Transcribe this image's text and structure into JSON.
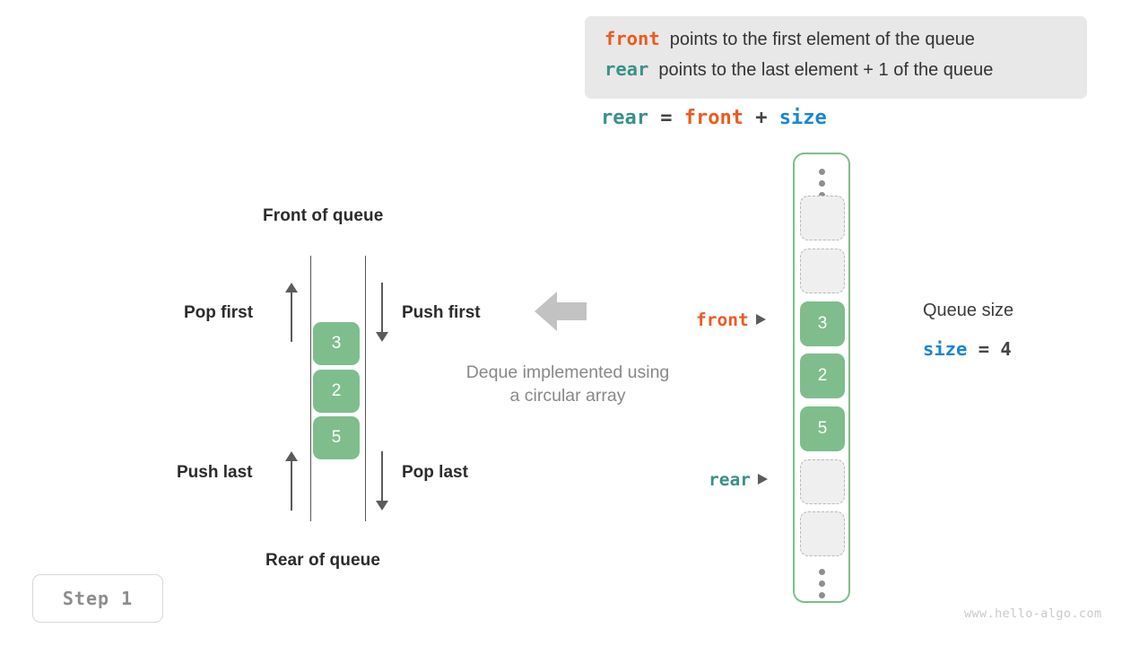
{
  "legend": {
    "rows": [
      {
        "keyword": "front",
        "text": "points to the first element of the queue"
      },
      {
        "keyword": "rear",
        "text": "points to the last element + 1 of the queue"
      }
    ]
  },
  "formula": {
    "lhs": "rear",
    "eq": " = ",
    "rhs1": "front",
    "plus": " + ",
    "rhs2": "size"
  },
  "deque": {
    "front_label": "Front of queue",
    "rear_label": "Rear of queue",
    "ops": {
      "pop_first": "Pop first",
      "push_first": "Push first",
      "push_last": "Push last",
      "pop_last": "Pop last"
    },
    "cells": [
      {
        "value": "3"
      },
      {
        "value": "2"
      },
      {
        "value": "5"
      }
    ]
  },
  "caption": {
    "line1": "Deque implemented using",
    "line2": "a circular array"
  },
  "pointers": {
    "front": "front",
    "rear": "rear"
  },
  "array": {
    "slots": [
      {
        "type": "empty",
        "value": ""
      },
      {
        "type": "empty",
        "value": ""
      },
      {
        "type": "filled",
        "value": "3"
      },
      {
        "type": "filled",
        "value": "2"
      },
      {
        "type": "filled",
        "value": "5"
      },
      {
        "type": "empty",
        "value": ""
      },
      {
        "type": "empty",
        "value": ""
      }
    ]
  },
  "queue_size": {
    "title": "Queue size",
    "var": "size",
    "expr": " = 4"
  },
  "step": {
    "label": "Step 1"
  },
  "watermark": "www.hello-algo.com",
  "colors": {
    "front": "#ec5b1f",
    "rear": "#3a9188",
    "size": "#1a84d6",
    "cell_green": "#7fbd8d",
    "empty_cell": "#efefef",
    "legend_bg": "#e8e8e8",
    "arrow_gray": "#5b5b5b",
    "caption_gray": "#888888"
  }
}
